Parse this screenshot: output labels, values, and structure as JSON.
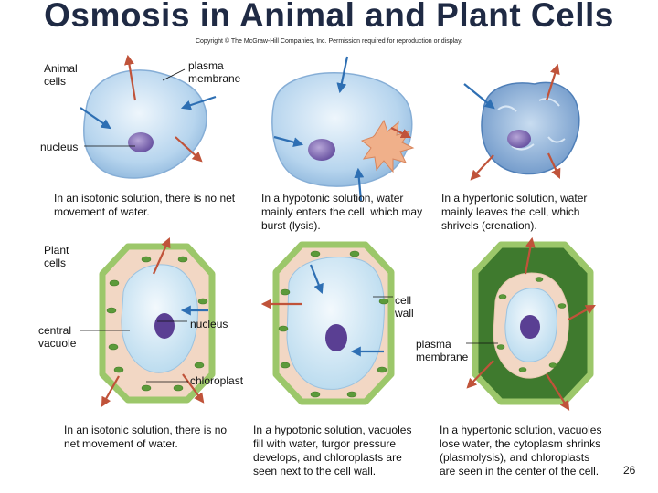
{
  "title": "Osmosis in Animal and Plant Cells",
  "copyright": "Copyright © The McGraw-Hill Companies, Inc. Permission required for reproduction or display.",
  "labels": {
    "animal_cells": "Animal\ncells",
    "plasma_membrane_top": "plasma\nmembrane",
    "nucleus_top": "nucleus",
    "plant_cells": "Plant\ncells",
    "central_vacuole": "central\nvacuole",
    "nucleus_plant": "nucleus",
    "cell_wall": "cell\nwall",
    "plasma_membrane_plant": "plasma\nmembrane",
    "chloroplast": "chloroplast"
  },
  "animal_captions": {
    "isotonic": "In an isotonic solution, there is no net\nmovement of water.",
    "hypotonic": "In a hypotonic solution, water\nmainly enters the cell, which may\nburst (lysis).",
    "hypertonic": "In a hypertonic solution, water\nmainly leaves the cell, which\nshrivels (crenation)."
  },
  "plant_captions": {
    "isotonic": "In an isotonic solution, there is no\nnet movement of water.",
    "hypotonic": "In a hypotonic solution, vacuoles\nfill with water, turgor pressure\ndevelops, and chloroplasts are\nseen next to the cell wall.",
    "hypertonic": "In a hypertonic solution, vacuoles\nlose water, the cytoplasm shrinks\n(plasmolysis), and chloroplasts\nare seen in the center of the cell."
  },
  "page_number": "26",
  "colors": {
    "title": "#1f2a44",
    "arrow_out": "#c0533a",
    "arrow_in": "#2e6fb3",
    "cell_wall": "#9cc76a",
    "cytoplasm": "#f2d7c4",
    "vacuole": "#cfe6f3",
    "nucleus": "#5a3f93",
    "chloroplast": "#5c9a3a"
  }
}
